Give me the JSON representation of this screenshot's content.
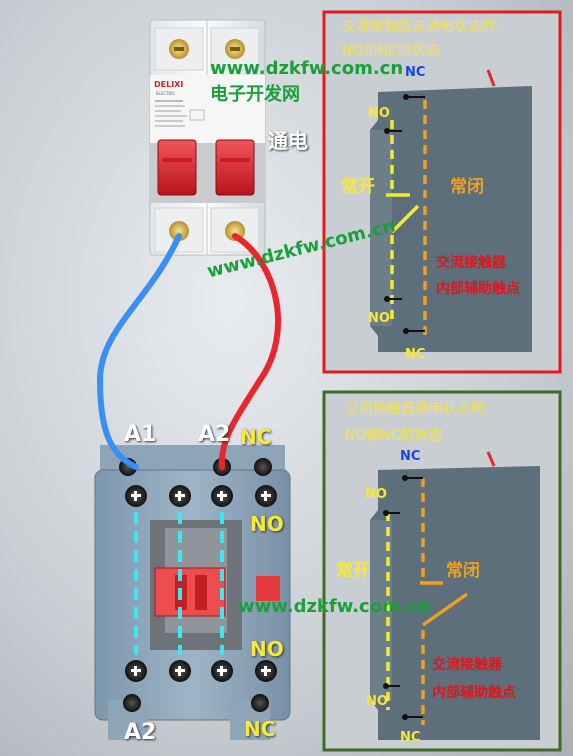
{
  "watermark": {
    "url": "www.dzkfw.com.cn",
    "site_name": "电子开发网"
  },
  "energized_label": "通电",
  "breaker": {
    "brand": "DELIXI",
    "brand_sub": "ELECTRIC"
  },
  "contactor": {
    "label_a1": "A1",
    "label_a2_top": "A2",
    "label_a2_bottom": "A2",
    "label_nc_top": "NC",
    "label_no_top": "NO",
    "label_no_bottom": "NO",
    "label_nc_bottom": "NC"
  },
  "panel_off": {
    "title_line1": "交流接触器未通电状态时,",
    "title_line2": "NO和NC的状态",
    "nc_top": "NC",
    "no_top": "NO",
    "no_bottom": "NO",
    "nc_bottom": "NC",
    "normally_open": "常开",
    "normally_closed": "常闭",
    "caption_line1": "交流接触器",
    "caption_line2": "内部辅助触点",
    "border_color": "#e01b1b"
  },
  "panel_on": {
    "title_line1": "交流接触器通电状态时,",
    "title_line2": "NO和NC的状态",
    "nc_top": "NC",
    "no_top": "NO",
    "no_bottom": "NO",
    "nc_bottom": "NC",
    "normally_open": "常开",
    "normally_closed": "常闭",
    "caption_line1": "交流接触器",
    "caption_line2": "内部辅助触点",
    "border_color": "#3d6b2a"
  },
  "colors": {
    "wire_blue": "#3a8ef5",
    "wire_red": "#e8262b",
    "dash_yellow": "#f3ea2a",
    "dash_orange": "#f0a020",
    "dash_cyan": "#3ee6f0",
    "label_yellow": "#f7e93a",
    "caption_red": "#e3141c",
    "title_yellow": "#f3e24a"
  }
}
